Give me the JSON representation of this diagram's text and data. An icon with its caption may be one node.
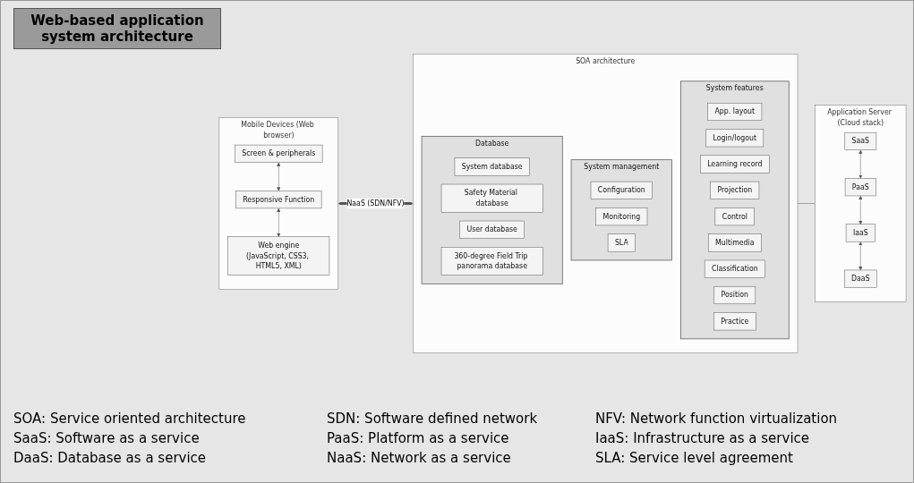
{
  "diagram": {
    "title": "Web-based application system architecture",
    "nodes": [
      {
        "text": [
          "Mobile Devices (Web browser)"
        ]
      },
      {
        "text": [
          "Screen & peripherals"
        ],
        "in": 0
      },
      {
        "text": [
          "Responsive Function"
        ],
        "in": 0
      },
      {
        "text": [
          "Web engine",
          "(JavaScript, CSS3, HTML5, XML)"
        ],
        "in": 0
      },
      {
        "text": [
          "SOA architecture"
        ]
      },
      {
        "text": [
          "System features"
        ],
        "in": 4
      },
      {
        "text": [
          "App. layout"
        ],
        "in": 5
      },
      {
        "text": [
          "Login/logout"
        ],
        "in": 5
      },
      {
        "text": [
          "Learning record"
        ],
        "in": 5
      },
      {
        "text": [
          "Projection"
        ],
        "in": 5
      },
      {
        "text": [
          "Control"
        ],
        "in": 5
      },
      {
        "text": [
          "Multimedia"
        ],
        "in": 5
      },
      {
        "text": [
          "Classification"
        ],
        "in": 5
      },
      {
        "text": [
          "Position"
        ],
        "in": 5
      },
      {
        "text": [
          "Practice"
        ],
        "in": 5
      },
      {
        "text": [
          "System management"
        ],
        "in": 4
      },
      {
        "text": [
          "Configuration"
        ],
        "in": 15
      },
      {
        "text": [
          "Monitoring"
        ],
        "in": 15
      },
      {
        "text": [
          "SLA"
        ],
        "in": 15
      },
      {
        "text": [
          "Database"
        ],
        "in": 4
      },
      {
        "text": [
          "System database"
        ],
        "in": 19
      },
      {
        "text": [
          "Safety Material database"
        ],
        "in": 19
      },
      {
        "text": [
          "User database"
        ],
        "in": 19
      },
      {
        "text": [
          "360-degree Field Trip panorama database"
        ],
        "in": 19
      },
      {
        "text": [
          "Application Server (Cloud stack)"
        ]
      },
      {
        "text": [
          "SaaS"
        ],
        "in": 24
      },
      {
        "text": [
          "PaaS"
        ],
        "in": 24
      },
      {
        "text": [
          "IaaS"
        ],
        "in": 24
      },
      {
        "text": [
          "DaaS"
        ],
        "in": 24
      }
    ],
    "edges": [
      {
        "from": 1,
        "to": 2,
        "arrow": "both"
      },
      {
        "from": 2,
        "to": 3,
        "arrow": "both"
      },
      {
        "from": 0,
        "to": 4,
        "arrow": "both",
        "label": "NaaS (SDN/NFV)",
        "style": "thick"
      },
      {
        "from": 4,
        "to": 24,
        "arrow": "none"
      },
      {
        "from": 25,
        "to": 26,
        "arrow": "both"
      },
      {
        "from": 26,
        "to": 27,
        "arrow": "both"
      },
      {
        "from": 27,
        "to": 28,
        "arrow": "both"
      }
    ],
    "labels": [
      "SOA: Service oriented architecture",
      "SDN: Software defined network",
      "NFV: Network function virtualization",
      "SaaS: Software as a service",
      "PaaS: Platform as a service",
      "IaaS: Infrastructure as a service",
      "DaaS: Database as a service",
      "NaaS: Network as a service",
      "SLA: Service level agreement"
    ]
  }
}
